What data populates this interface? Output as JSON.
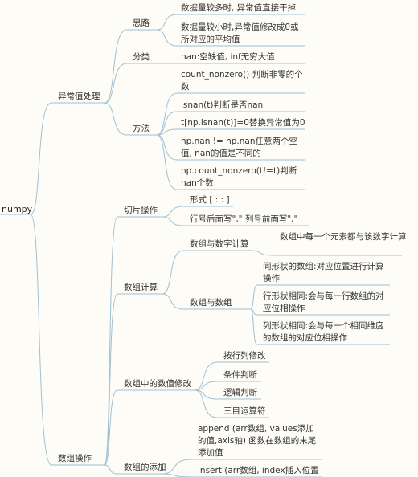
{
  "root": "numpy",
  "branches": {
    "outlier": {
      "label": "异常值处理",
      "ideas": {
        "label": "思路",
        "items": [
          "数据量较多时, 异常值直接干掉",
          "数据量较小时,异常值修改成0或所对应的平均值"
        ]
      },
      "categories": {
        "label": "分类",
        "items": [
          "nan:空缺值, inf无穷大值"
        ]
      },
      "methods": {
        "label": "方法",
        "items": [
          "count_nonzero() 判断非零的个数",
          "isnan(t)判断是否nan",
          "t[np.isnan(t)]=0替换异常值为0",
          "np.nan != np.nan任意两个空值, nan的值是不同的",
          "np.count_nonzero(t!=t)判断nan个数"
        ]
      }
    },
    "array_ops": {
      "label": "数组操作",
      "slicing": {
        "label": "切片操作",
        "items": [
          "形式 [ : : ]",
          "行号后面写\",\"  列号前面写\",\""
        ]
      },
      "calc": {
        "label": "数组计算",
        "num": {
          "label": "数组与数字计算",
          "items": [
            "数组中每一个元素都与该数字计算"
          ]
        },
        "arr": {
          "label": "数组与数组",
          "items": [
            "同形状的数组:对应位置进行计算操作",
            "行形状相同:会与每一行数组的对应位相操作",
            "列形状相同:会与每一个相同维度的数组的对应位相操作"
          ]
        }
      },
      "modify": {
        "label": "数组中的数值修改",
        "items": [
          "按行列修改",
          "条件判断",
          "逻辑判断",
          "三目运算符"
        ]
      },
      "add": {
        "label": "数组的添加",
        "items": [
          "append (arr数组, values添加的值,axis轴) 函数在数组的末尾添加值",
          "insert (arr数组, index插入位置"
        ]
      }
    }
  },
  "colors": {
    "line": "#9fc0d4",
    "background": "#fdfcf7",
    "text": "#333333"
  }
}
